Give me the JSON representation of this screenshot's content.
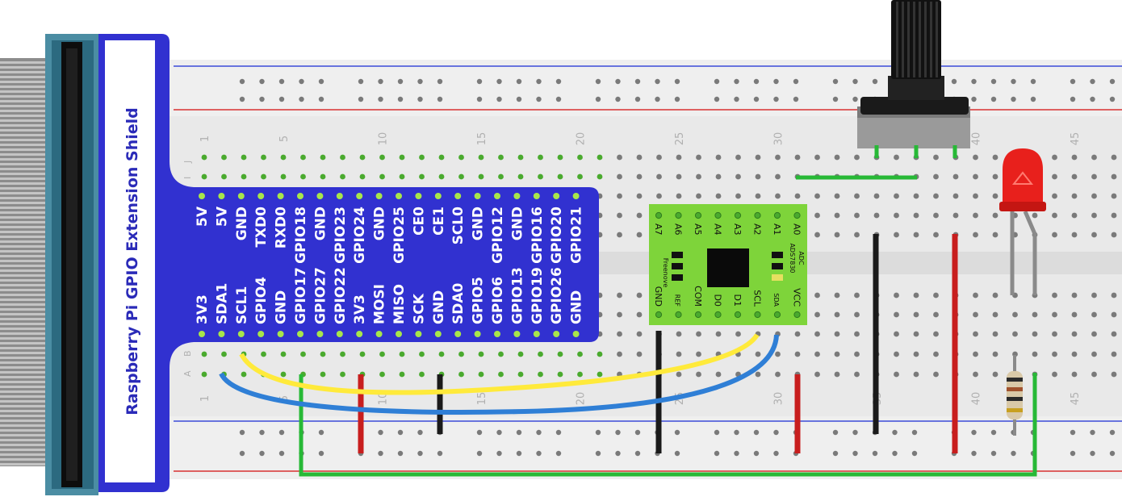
{
  "shield": {
    "title": "Raspberry Pi GPIO Extension Shield",
    "top_row_pins": [
      "5V",
      "5V",
      "GND",
      "TXD0",
      "RXD0",
      "GPIO18",
      "GND",
      "GPIO23",
      "GPIO24",
      "GND",
      "GPIO25",
      "CE0",
      "CE1",
      "SCL0",
      "GND",
      "GPIO12",
      "GND",
      "GPIO16",
      "GPIO20",
      "GPIO21"
    ],
    "bottom_row_pins": [
      "3V3",
      "SDA1",
      "SCL1",
      "GPIO4",
      "GND",
      "GPIO17",
      "GPIO27",
      "GPIO22",
      "3V3",
      "MOSI",
      "MISO",
      "SCK",
      "GND",
      "SDA0",
      "GPIO5",
      "GPIO6",
      "GPIO13",
      "GPIO19",
      "GPIO26",
      "GND"
    ]
  },
  "breadboard": {
    "column_numbers_top": [
      "1",
      "5",
      "10",
      "15",
      "20",
      "25",
      "30",
      "35",
      "40",
      "45"
    ],
    "column_numbers_bottom": [
      "1",
      "5",
      "10",
      "15",
      "20",
      "25",
      "30",
      "35",
      "40",
      "45"
    ],
    "row_letters": [
      "J",
      "I",
      "B",
      "A"
    ]
  },
  "adc": {
    "top_pins": [
      "A7",
      "A6",
      "A5",
      "A4",
      "A3",
      "A2",
      "A1",
      "A0"
    ],
    "bottom_pins": [
      "GND",
      "REF",
      "COM",
      "D0",
      "D1",
      "SCL",
      "SDA",
      "VCC"
    ],
    "brand": "Freenove",
    "chip_lines": [
      "ADC",
      "ADS7830"
    ]
  },
  "colors": {
    "shield": "#3131d0",
    "adc_board": "#7ed43a",
    "yellow_wire": "#ffea3b",
    "blue_wire": "#2f7fd6",
    "green_wire": "#27b936",
    "red_wire": "#c81e1e",
    "black_wire": "#1a1a1a",
    "led": "#e8201c"
  }
}
